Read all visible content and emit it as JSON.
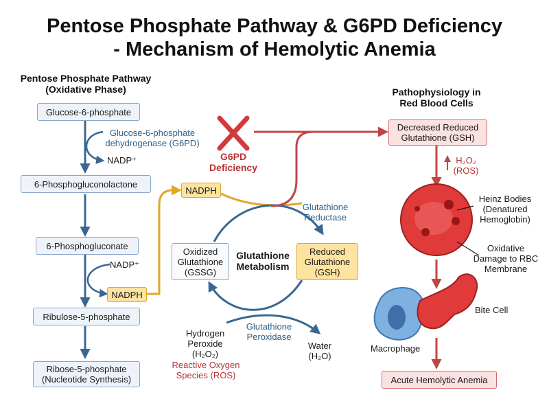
{
  "title": {
    "line1": "Pentose Phosphate Pathway & G6PD Deficiency",
    "line2": "- Mechanism of Hemolytic Anemia"
  },
  "left": {
    "heading_line1": "Pentose Phosphate Pathway",
    "heading_line2": "(Oxidative Phase)",
    "glucose6p": "Glucose-6-phosphate",
    "enzyme_line1": "Glucose-6-phosphate",
    "enzyme_line2": "dehydrogenase (G6PD)",
    "nadp_1": "NADP⁺",
    "lactone": "6-Phosphogluconolactone",
    "gluconate": "6-Phosphogluconate",
    "nadp_2": "NADP⁺",
    "nadph": "NADPH",
    "ribulose": "Ribulose-5-phosphate",
    "ribose_line1": "Ribose-5-phosphate",
    "ribose_line2": "(Nucleotide Synthesis)"
  },
  "middle": {
    "deficiency_line1": "G6PD",
    "deficiency_line2": "Deficiency",
    "nadph": "NADPH",
    "reductase_line1": "Glutathione",
    "reductase_line2": "Reductase",
    "oxidized_line1": "Oxidized",
    "oxidized_line2": "Glutathione",
    "oxidized_line3": "(GSSG)",
    "center_line1": "Glutathione",
    "center_line2": "Metabolism",
    "reduced_line1": "Reduced",
    "reduced_line2": "Glutathione",
    "reduced_line3": "(GSH)",
    "peroxidase_line1": "Glutathione",
    "peroxidase_line2": "Peroxidase",
    "h2o2_line1": "Hydrogen",
    "h2o2_line2": "Peroxide",
    "h2o2_line3": "(H₂O₂)",
    "ros_line1": "Reactive Oxygen",
    "ros_line2": "Species (ROS)",
    "water_line1": "Water",
    "water_line2": "(H₂O)"
  },
  "right": {
    "heading_line1": "Pathophysiology in",
    "heading_line2": "Red Blood Cells",
    "decreased_line1": "Decreased Reduced",
    "decreased_line2": "Glutathione (GSH)",
    "h2o2_line1": "H₂O₂",
    "h2o2_line2": "(ROS)",
    "heinz_line1": "Heinz Bodies",
    "heinz_line2": "(Denatured",
    "heinz_line3": "Hemoglobin)",
    "damage_line1": "Oxidative",
    "damage_line2": "Damage to RBC",
    "damage_line3": "Membrane",
    "bite_cell": "Bite Cell",
    "macrophage": "Macrophage",
    "anemia": "Acute Hemolytic Anemia"
  },
  "colors": {
    "blue_arrow": "#3a6791",
    "red_arrow": "#c24545",
    "yellow_arrow": "#e2a629",
    "rbc": "#e03a3a",
    "macrophage": "#7eb0e0"
  }
}
